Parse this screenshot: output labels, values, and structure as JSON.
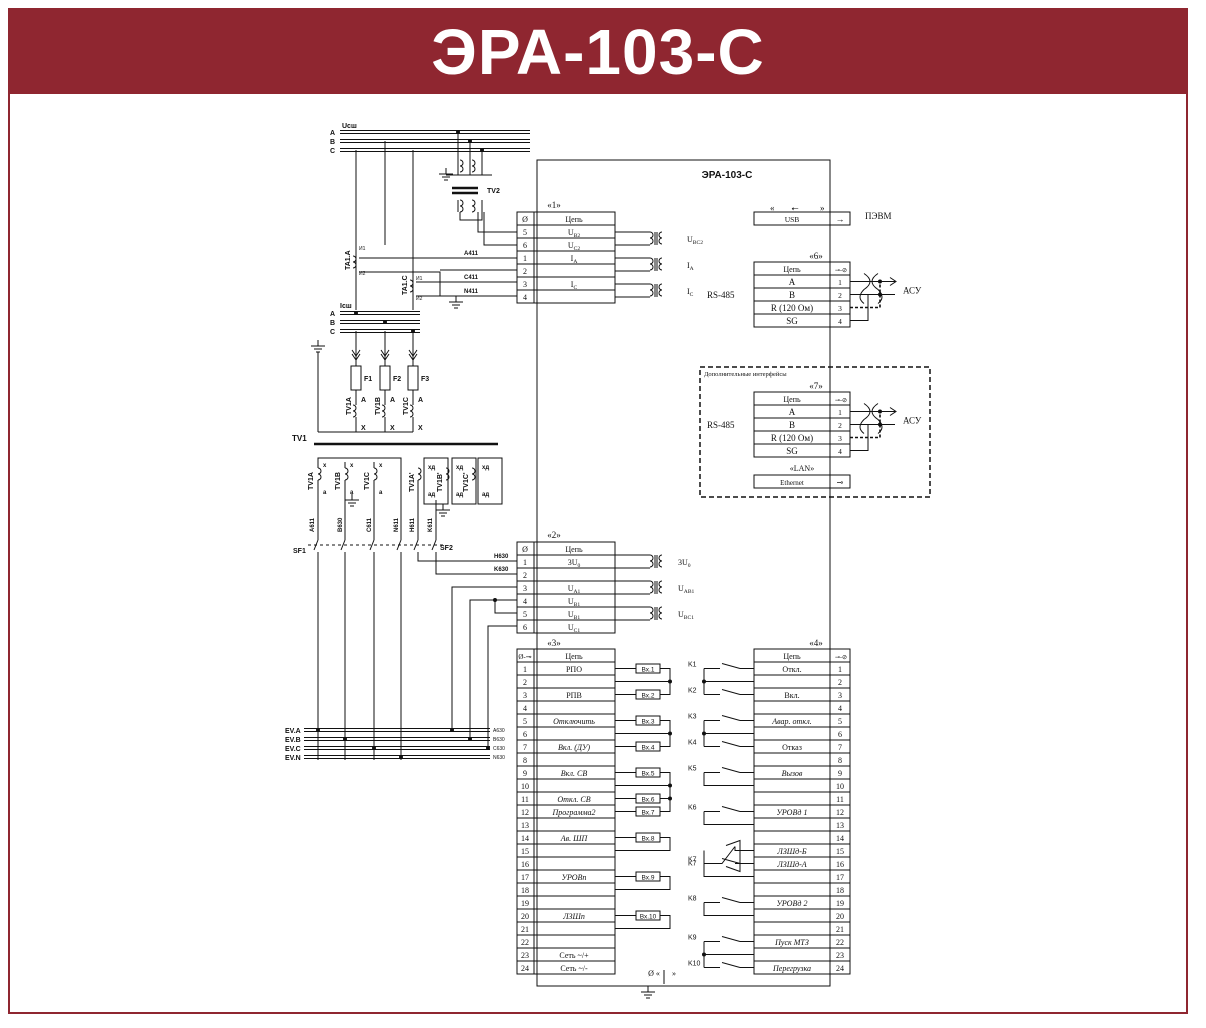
{
  "title": "ЭРА-103-С",
  "device_title": "ЭРА-103-С",
  "colors": {
    "brand": "#8f2630",
    "line": "#111111"
  },
  "bus_top": {
    "name": "Uсш",
    "phases": [
      "A",
      "B",
      "C"
    ]
  },
  "tv2": "TV2",
  "bus_mid": {
    "name": "Iсш",
    "phases": [
      "A",
      "B",
      "C"
    ]
  },
  "ta1a": "TA1.A",
  "ta1c": "TA1.C",
  "ct_ends": [
    "И1",
    "И2"
  ],
  "wires_top": [
    "A411",
    "C411",
    "N411"
  ],
  "fuses": [
    "F1",
    "F2",
    "F3"
  ],
  "tv1_prim": [
    {
      "name": "TV1A",
      "a": "A",
      "x": "X"
    },
    {
      "name": "TV1B",
      "a": "A",
      "x": "X"
    },
    {
      "name": "TV1C",
      "a": "A",
      "x": "X"
    }
  ],
  "tv1": "TV1",
  "tv1_sec": [
    {
      "name": "TV1A",
      "top": "x",
      "bot": "a"
    },
    {
      "name": "TV1B",
      "top": "x",
      "bot": "a"
    },
    {
      "name": "TV1C",
      "top": "x",
      "bot": "a"
    }
  ],
  "tv1_open": [
    {
      "name": "TV1A'",
      "top": "хд",
      "bot": "ад"
    },
    {
      "name": "TV1B'",
      "top": "хд",
      "bot": "ад"
    },
    {
      "name": "TV1C'",
      "top": "хд",
      "bot": "ад"
    }
  ],
  "sec_wires": [
    "A611",
    "B630",
    "C611",
    "N611",
    "H611",
    "K611"
  ],
  "sf": [
    "SF1",
    "SF2"
  ],
  "wires_mid": [
    "H630",
    "K630"
  ],
  "ev_bus": [
    {
      "name": "EV.A",
      "tag": "A630"
    },
    {
      "name": "EV.B",
      "tag": "B630"
    },
    {
      "name": "EV.C",
      "tag": "C630"
    },
    {
      "name": "EV.N",
      "tag": "N630"
    }
  ],
  "ground_marker": "Ø «",
  "ground_marker_end": "»",
  "conn1": {
    "label": "«1»",
    "hdr_sym": "Ø",
    "hdr": "Цепь",
    "rows": [
      {
        "n": "5",
        "t": "U",
        "sub": "B2"
      },
      {
        "n": "6",
        "t": "U",
        "sub": "C2"
      },
      {
        "n": "1",
        "t": "I",
        "sub": "A"
      },
      {
        "n": "2",
        "t": "",
        "sub": ""
      },
      {
        "n": "3",
        "t": "I",
        "sub": "C"
      },
      {
        "n": "4",
        "t": "",
        "sub": ""
      }
    ],
    "out": [
      {
        "t": "U",
        "sub": "BC2"
      },
      {
        "t": "I",
        "sub": "A"
      },
      {
        "t": "I",
        "sub": "C"
      }
    ]
  },
  "conn2": {
    "label": "«2»",
    "hdr_sym": "Ø",
    "hdr": "Цепь",
    "rows": [
      {
        "n": "1",
        "t": "3U",
        "sub": "0"
      },
      {
        "n": "2",
        "t": "",
        "sub": ""
      },
      {
        "n": "3",
        "t": "U",
        "sub": "A1"
      },
      {
        "n": "4",
        "t": "U",
        "sub": "B1"
      },
      {
        "n": "5",
        "t": "U",
        "sub": "B1"
      },
      {
        "n": "6",
        "t": "U",
        "sub": "C1"
      }
    ],
    "out": [
      {
        "t": "3U",
        "sub": "0"
      },
      {
        "t": "U",
        "sub": "AB1"
      },
      {
        "t": "U",
        "sub": "BC1"
      }
    ]
  },
  "conn3": {
    "label": "«3»",
    "hdr_sym": "Ø-⊸",
    "hdr": "Цепь",
    "rows": [
      {
        "n": "1",
        "t": "РПО",
        "i": false,
        "vx": "Вх.1"
      },
      {
        "n": "2",
        "t": "",
        "i": false,
        "vx": ""
      },
      {
        "n": "3",
        "t": "РПВ",
        "i": false,
        "vx": "Вх.2"
      },
      {
        "n": "4",
        "t": "",
        "i": false,
        "vx": ""
      },
      {
        "n": "5",
        "t": "Отключить",
        "i": true,
        "vx": "Вх.3"
      },
      {
        "n": "6",
        "t": "",
        "i": false,
        "vx": ""
      },
      {
        "n": "7",
        "t": "Вкл. (ДУ)",
        "i": true,
        "vx": "Вх.4"
      },
      {
        "n": "8",
        "t": "",
        "i": false,
        "vx": ""
      },
      {
        "n": "9",
        "t": "Вкл. СВ",
        "i": true,
        "vx": "Вх.5"
      },
      {
        "n": "10",
        "t": "",
        "i": false,
        "vx": ""
      },
      {
        "n": "11",
        "t": "Откл. СВ",
        "i": true,
        "vx": "Вх.6"
      },
      {
        "n": "12",
        "t": "Программа2",
        "i": true,
        "vx": "Вх.7"
      },
      {
        "n": "13",
        "t": "",
        "i": false,
        "vx": ""
      },
      {
        "n": "14",
        "t": "Ав. ШП",
        "i": true,
        "vx": "Вх.8"
      },
      {
        "n": "15",
        "t": "",
        "i": false,
        "vx": ""
      },
      {
        "n": "16",
        "t": "",
        "i": false,
        "vx": ""
      },
      {
        "n": "17",
        "t": "УРОВп",
        "i": true,
        "vx": "Вх.9"
      },
      {
        "n": "18",
        "t": "",
        "i": false,
        "vx": ""
      },
      {
        "n": "19",
        "t": "",
        "i": false,
        "vx": ""
      },
      {
        "n": "20",
        "t": "ЛЗШп",
        "i": true,
        "vx": "Вх.10"
      },
      {
        "n": "21",
        "t": "",
        "i": false,
        "vx": ""
      },
      {
        "n": "22",
        "t": "",
        "i": false,
        "vx": ""
      },
      {
        "n": "23",
        "t": "Сеть ~/+",
        "i": false,
        "vx": ""
      },
      {
        "n": "24",
        "t": "Сеть ~/-",
        "i": false,
        "vx": ""
      }
    ]
  },
  "conn4": {
    "label": "«4»",
    "hdr_sym": "⊸-⊘",
    "hdr": "Цепь",
    "rows": [
      {
        "n": "1",
        "t": "Откл.",
        "i": false
      },
      {
        "n": "2",
        "t": "",
        "i": false
      },
      {
        "n": "3",
        "t": "Вкл.",
        "i": false
      },
      {
        "n": "4",
        "t": "",
        "i": false
      },
      {
        "n": "5",
        "t": "Авар. откл.",
        "i": true
      },
      {
        "n": "6",
        "t": "",
        "i": false
      },
      {
        "n": "7",
        "t": "Отказ",
        "i": false
      },
      {
        "n": "8",
        "t": "",
        "i": false
      },
      {
        "n": "9",
        "t": "Вызов",
        "i": true
      },
      {
        "n": "10",
        "t": "",
        "i": false
      },
      {
        "n": "11",
        "t": "",
        "i": false
      },
      {
        "n": "12",
        "t": "УРОВд 1",
        "i": true
      },
      {
        "n": "13",
        "t": "",
        "i": false
      },
      {
        "n": "14",
        "t": "",
        "i": false
      },
      {
        "n": "15",
        "t": "ЛЗШд-Б",
        "i": true
      },
      {
        "n": "16",
        "t": "ЛЗШд-А",
        "i": true
      },
      {
        "n": "17",
        "t": "",
        "i": false
      },
      {
        "n": "18",
        "t": "",
        "i": false
      },
      {
        "n": "19",
        "t": "УРОВд 2",
        "i": true
      },
      {
        "n": "20",
        "t": "",
        "i": false
      },
      {
        "n": "21",
        "t": "",
        "i": false
      },
      {
        "n": "22",
        "t": "Пуск МТЗ",
        "i": true
      },
      {
        "n": "23",
        "t": "",
        "i": false
      },
      {
        "n": "24",
        "t": "Перегрузка",
        "i": true
      }
    ],
    "relays": [
      {
        "name": "K1",
        "row": 0
      },
      {
        "name": "K2",
        "row": 2
      },
      {
        "name": "K3",
        "row": 4
      },
      {
        "name": "K4",
        "row": 6
      },
      {
        "name": "K5",
        "row": 8
      },
      {
        "name": "K6",
        "row": 11
      },
      {
        "name": "K7",
        "row": 15
      },
      {
        "name": "K8",
        "row": 18
      },
      {
        "name": "K9",
        "row": 21
      },
      {
        "name": "K10",
        "row": 23
      }
    ]
  },
  "usb": {
    "label_l": "«",
    "label_r": "»",
    "text": "USB",
    "arrow": "→",
    "target": "ПЭВМ"
  },
  "conn6": {
    "label": "«6»",
    "hdr": "Цепь",
    "hdr_sym": "⊸-⊘",
    "side": "RS-485",
    "target": "АСУ",
    "rows": [
      {
        "n": "1",
        "t": "A"
      },
      {
        "n": "2",
        "t": "B"
      },
      {
        "n": "3",
        "t": "R (120 Ом)"
      },
      {
        "n": "4",
        "t": "SG"
      }
    ]
  },
  "extra": {
    "title": "Дополнительные интерфейсы",
    "conn7": {
      "label": "«7»",
      "hdr": "Цепь",
      "hdr_sym": "⊸-⊘",
      "side": "RS-485",
      "target": "АСУ",
      "rows": [
        {
          "n": "1",
          "t": "A"
        },
        {
          "n": "2",
          "t": "B"
        },
        {
          "n": "3",
          "t": "R (120 Ом)"
        },
        {
          "n": "4",
          "t": "SG"
        }
      ]
    },
    "lan": {
      "label": "«LAN»",
      "text": "Ethernet",
      "sym": "⊸"
    }
  }
}
